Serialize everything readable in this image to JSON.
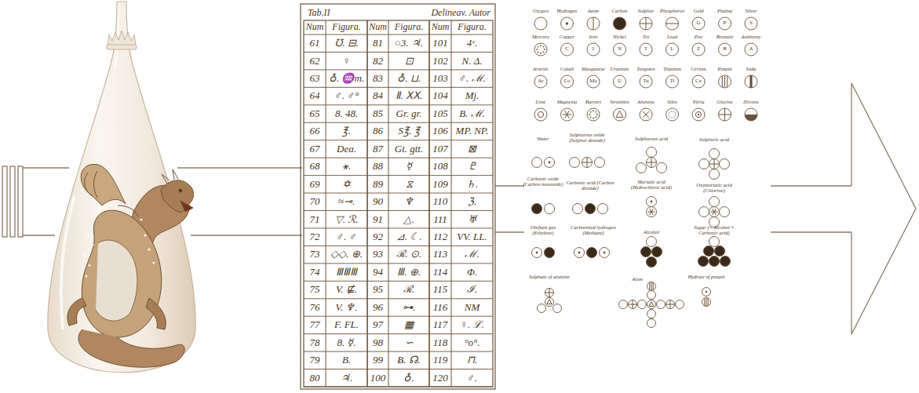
{
  "diagram": {
    "labels": [
      "Tab.II",
      "Delineav. Autor",
      "Num",
      "Figura.",
      "Num",
      "Figura.",
      "Num",
      "Figura.",
      "61",
      "℧. ⊟.",
      "81",
      "○3. ♃.",
      "101",
      "4ᵛ.",
      "62",
      "♀",
      "82",
      "⊡",
      "102",
      "N. Δ.",
      "63",
      "♁. ♒m.",
      "83",
      "♁. ⊔.",
      "103",
      "♂. ℳ.",
      "64",
      "♂. ♂°",
      "84",
      "Ⅱ. ⅩⅩ.",
      "104",
      "Mj.",
      "65",
      "8. 48.",
      "85",
      "Gr. gr.",
      "105",
      "B. ℳ.",
      "66",
      "℥.",
      "86",
      "S℥. ℥",
      "106",
      "MP. NP.",
      "67",
      "Dea.",
      "87",
      "Gt. gtt.",
      "107",
      "⊠",
      "68",
      "⚹.",
      "88",
      "☿",
      "108",
      "♇",
      "69",
      "✡",
      "89",
      "⧖",
      "109",
      "♄.",
      "70",
      "≈⊸.",
      "90",
      "♆",
      "110",
      "ℨ.",
      "71",
      "▽. ℛ.",
      "91",
      "△.",
      "111",
      "♅",
      "72",
      "♂. ♂",
      "92",
      "⊿. ☾.",
      "112",
      "VV. LL.",
      "73",
      "◇◇. ⊕.",
      "93",
      "ℛ. ⊙.",
      "113",
      "ℳ.",
      "74",
      "ⅢⅢⅢ",
      "94",
      "Ⅲ. ⊕.",
      "114",
      "Φ.",
      "75",
      "V. ⋢.",
      "95",
      "ℛ.",
      "115",
      "ℐ.",
      "76",
      "V. ♆.",
      "96",
      "⊶.",
      "116",
      "NM",
      "77",
      "F. FL.",
      "97",
      "▦",
      "117",
      "♀. ℒ.",
      "78",
      "8. ☿.",
      "98",
      "∽",
      "118",
      "°o°.",
      "79",
      "B.",
      "99",
      "Ƀ. ☊.",
      "119",
      "⊓.",
      "80",
      "♃.",
      "100",
      "♁.",
      "120",
      "♂.",
      "Oxygen",
      "Hydrogen",
      "Azote",
      "Carbon",
      "Sulphur",
      "Phosphorus",
      "Gold",
      "Platina",
      "Silver",
      "Mercury",
      "Copper",
      "Iron",
      "Nickel",
      "Tin",
      "Lead",
      "Zinc",
      "Bismuth",
      "Antimony",
      "Arsenic",
      "Cobalt",
      "Manganese",
      "Uranium",
      "Tungsten",
      "Titanium",
      "Cerium",
      "Potash",
      "Soda",
      "Lime",
      "Magnesia",
      "Barytes",
      "Strontites",
      "Alumine",
      "Silex",
      "Yttria",
      "Glucine",
      "Zircone",
      "G",
      "P",
      "S",
      "C",
      "I",
      "N",
      "T",
      "L",
      "Z",
      "B",
      "A",
      "Ar",
      "Co",
      "Ma",
      "U",
      "Tu",
      "Ti",
      "Ce",
      "Water",
      "Sulphurous oxide (Sulphur dioxide)",
      "Sulphurous acid",
      "Sulphuric acid",
      "Carbonic oxide (Carbon monoxide)",
      "Carbonic acid (Carbon dioxide)",
      "Muriatic acid (Hydrochloric acid)",
      "Oxymuriatic acid (Chlorine)",
      "Olefiant gas (Ethylene)",
      "Carburetted hydrogen (Methane)",
      "Alcohol",
      "Sugar (= Alcohol + Carbonic acid)",
      "Sulphate of alumine",
      "Alum",
      "Hydrate of potash"
    ]
  }
}
